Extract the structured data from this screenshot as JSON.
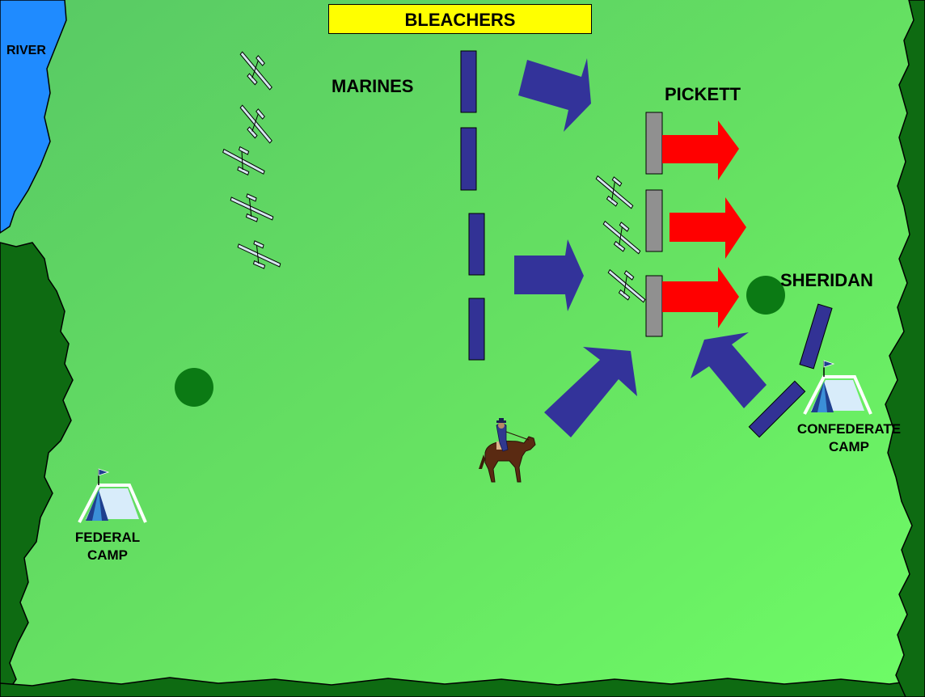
{
  "banner": {
    "label": "BLEACHERS",
    "color": "#ffff00"
  },
  "labels": {
    "river": "RIVER",
    "marines": "MARINES",
    "pickett": "PICKETT",
    "sheridan": "SHERIDAN",
    "federal_camp": [
      "FEDERAL",
      "CAMP"
    ],
    "confederate_camp": [
      "CONFEDERATE",
      "CAMP"
    ]
  },
  "colors": {
    "field_top": "#5ccd62",
    "field_bottom": "#6efc66",
    "forest": "#0e6b12",
    "river": "#1f8bff",
    "union_unit": "#323295",
    "confederate_unit": "#909090",
    "confederate_arrow": "#ff0000",
    "union_arrow": "#33339a",
    "marker": "#0b7a14",
    "tent": "#d8ecfa",
    "tent_dark": "#1f3f8f"
  },
  "icons": [
    "plane-icon",
    "tent-icon",
    "horse-rider-icon",
    "arrow-icon",
    "marker-dot-icon"
  ]
}
